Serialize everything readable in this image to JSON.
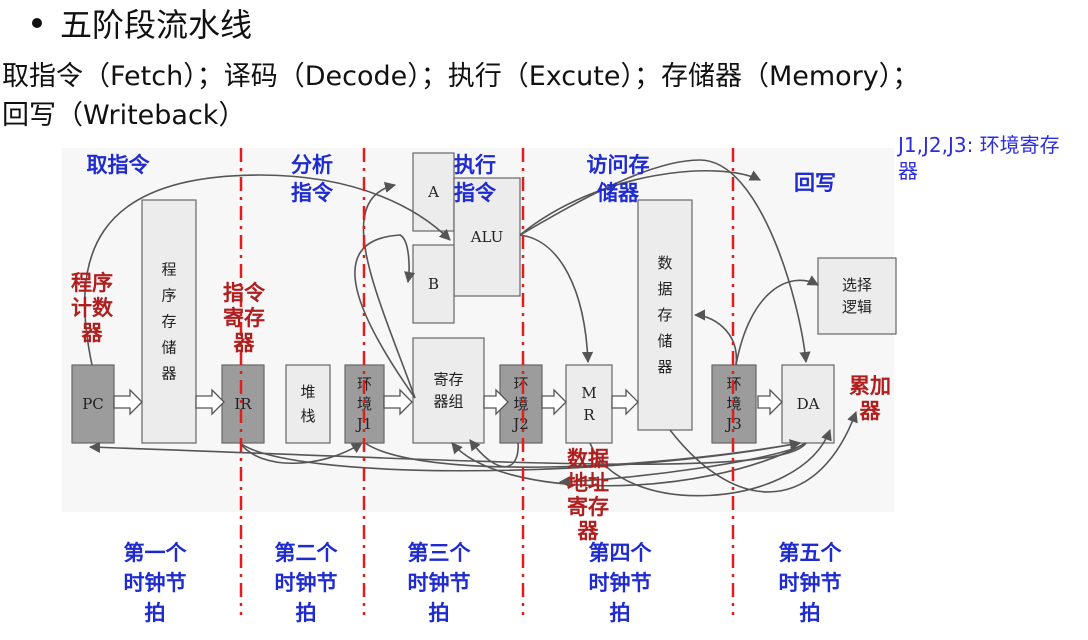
{
  "title": "五阶段流水线",
  "intro": {
    "line1": "取指令（Fetch）；译码（Decode）；执行（Excute）；存储器（Memory）；",
    "line2": "回写（Writeback）"
  },
  "note": "J1,J2,J3: 环境寄存器",
  "stages": [
    "取指令",
    "分析\n指令",
    "执行\n指令",
    "访问存\n储器",
    "回写"
  ],
  "clock_beats": [
    "第一个\n时钟节\n拍",
    "第二个\n时钟节\n拍",
    "第三个\n时钟节\n拍",
    "第四个\n时钟节\n拍",
    "第五个\n时钟节\n拍"
  ],
  "red_labels": {
    "pc": "程序\n计数\n器",
    "ir": "指令\n寄存\n器",
    "mr": "数据\n地址\n寄存\n器",
    "da": "累加\n器"
  },
  "blocks": {
    "pc": "PC",
    "program_mem": "程\n序\n存\n储\n器",
    "ir": "IR",
    "stack": "堆\n栈",
    "j1": "环\n境\nJ1",
    "reg_file": "寄存\n器组",
    "a": "A",
    "alu": "ALU",
    "b": "B",
    "j2": "环\n境\nJ2",
    "mr": "M\nR",
    "data_mem": "数\n据\n存\n储\n器",
    "j3": "环\n境\nJ3",
    "select": "选择\n逻辑",
    "da": "DA"
  },
  "colors": {
    "blue_label": "#1f2bd0",
    "red_label": "#b01f1f",
    "divider": "#e01e1e",
    "box_fill": "#ececec",
    "dark_box_fill": "#9c9c9c"
  }
}
